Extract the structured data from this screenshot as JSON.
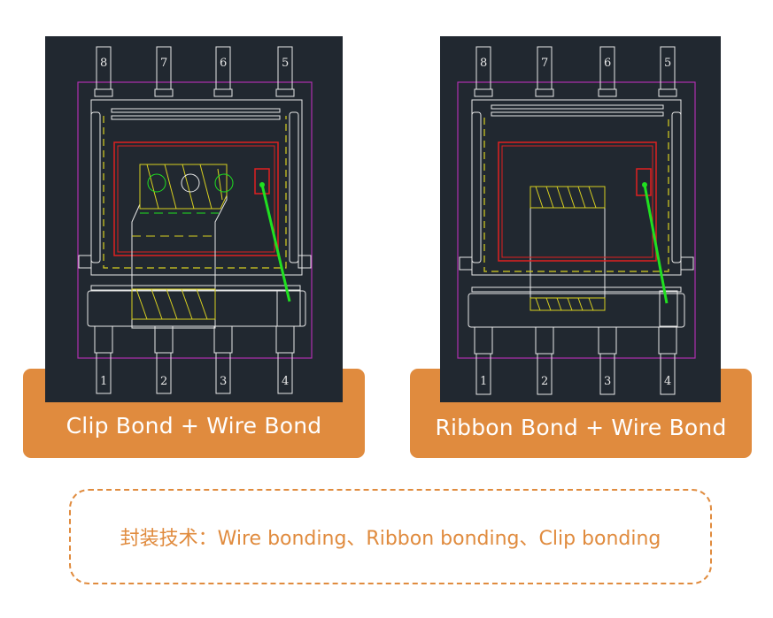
{
  "panels": [
    {
      "label": "Clip Bond + Wire Bond",
      "top_pins": [
        "8",
        "7",
        "6",
        "5"
      ],
      "bottom_pins": [
        "1",
        "2",
        "3",
        "4"
      ]
    },
    {
      "label": "Ribbon Bond + Wire Bond",
      "top_pins": [
        "8",
        "7",
        "6",
        "5"
      ],
      "bottom_pins": [
        "1",
        "2",
        "3",
        "4"
      ]
    }
  ],
  "caption": "封装技术：Wire bonding、Ribbon bonding、Clip bonding",
  "colors": {
    "background": "#212830",
    "label_fill": "#e08b3e",
    "caption_text": "#e08b3e",
    "outline_white": "#e8e8e8",
    "die_red": "#e02020",
    "package_magenta": "#b030b0",
    "dashed_yellow": "#d8d020",
    "bond_wire_green": "#20e020"
  }
}
